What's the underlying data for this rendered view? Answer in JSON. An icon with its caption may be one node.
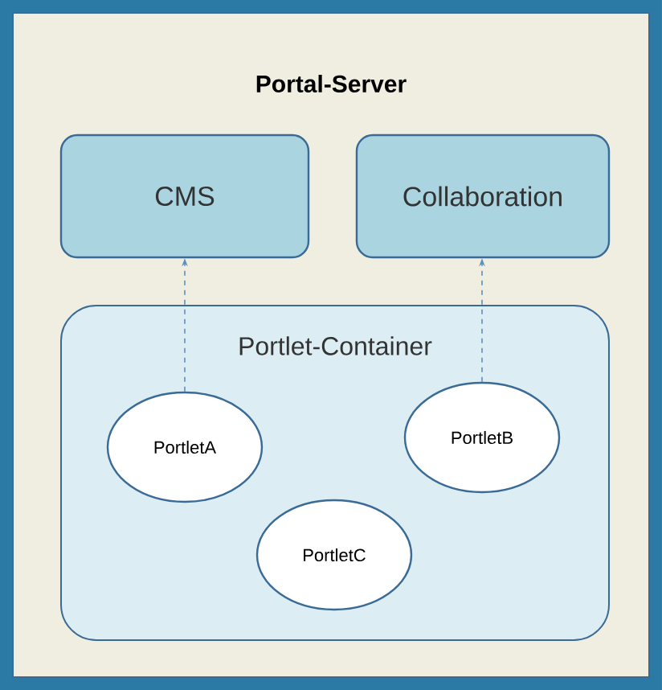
{
  "diagram": {
    "nodes": [
      {
        "text": [
          "Portal-Server"
        ]
      },
      {
        "text": [
          "CMS"
        ],
        "in": 0
      },
      {
        "text": [
          "Collaboration"
        ],
        "in": 0
      },
      {
        "text": [
          "Portlet-Container"
        ],
        "in": 0
      },
      {
        "text": [
          "PortletA"
        ],
        "in": 3
      },
      {
        "text": [
          "PortletB"
        ],
        "in": 3
      },
      {
        "text": [
          "PortletC"
        ],
        "in": 3
      }
    ],
    "edges": [
      {
        "from": 4,
        "to": 1,
        "arrow": "to",
        "style": "dashed"
      },
      {
        "from": 5,
        "to": 2,
        "arrow": "to",
        "style": "dashed"
      }
    ]
  }
}
